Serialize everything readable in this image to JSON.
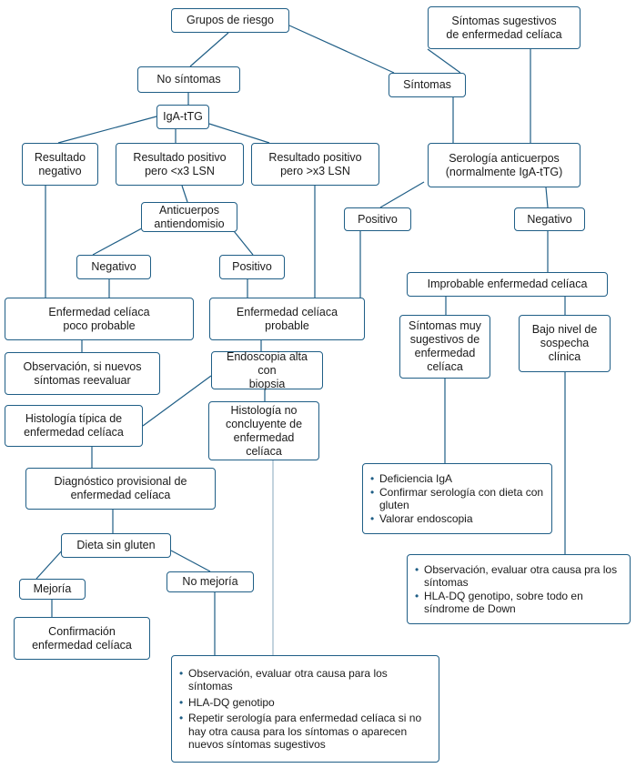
{
  "nodes": {
    "grupos_riesgo": "Grupos de riesgo",
    "sintomas_sugestivos": [
      "Síntomas sugestivos",
      "de enfermedad celíaca"
    ],
    "no_sintomas": "No síntomas",
    "sintomas": "Síntomas",
    "iga_ttg": "IgA-tTG",
    "resultado_negativo": [
      "Resultado",
      "negativo"
    ],
    "positivo_menor": [
      "Resultado positivo",
      "pero <x3 LSN"
    ],
    "positivo_mayor": [
      "Resultado positivo",
      "pero >x3 LSN"
    ],
    "serologia": [
      "Serología anticuerpos",
      "(normalmente IgA-tTG)"
    ],
    "anticuerpos": [
      "Anticuerpos",
      "antiendomisio"
    ],
    "positivo_der": "Positivo",
    "negativo_der": "Negativo",
    "negativo_izq": "Negativo",
    "positivo_izq": "Positivo",
    "improbable": "Improbable enfermedad celíaca",
    "poco_probable": [
      "Enfermedad celíaca",
      "poco probable"
    ],
    "probable": [
      "Enfermedad celíaca",
      "probable"
    ],
    "sintomas_muy": [
      "Síntomas muy",
      "sugestivos de",
      "enfermedad",
      "celíaca"
    ],
    "bajo_nivel": [
      "Bajo nivel de",
      "sospecha clínica"
    ],
    "observacion_izq": [
      "Observación, si nuevos",
      "síntomas reevaluar"
    ],
    "endoscopia": [
      "Endoscopia alta con",
      "biopsia"
    ],
    "histologia_tipica": [
      "Histología típica de",
      "enfermedad celíaca"
    ],
    "histologia_no": [
      "Histología no",
      "concluyente de",
      "enfermedad celíaca"
    ],
    "diagnostico": [
      "Diagnóstico provisional de",
      "enfermedad celíaca"
    ],
    "dieta": "Dieta sin gluten",
    "mejoria": "Mejoría",
    "no_mejoria": "No mejoría",
    "confirmacion": [
      "Confirmación",
      "enfermedad celíaca"
    ]
  },
  "lists": {
    "deficiencia": [
      "Deficiencia IgA",
      "Confirmar serología con dieta con gluten",
      "Valorar endoscopia"
    ],
    "observacion_der": [
      "Observación, evaluar otra causa pra los síntomas",
      "HLA-DQ genotipo, sobre todo en síndrome de Down"
    ],
    "final": [
      "Observación, evaluar otra causa para los síntomas",
      "HLA-DQ genotipo",
      "Repetir serología para enfermedad celíaca si no hay otra causa  para los síntomas o aparecen nuevos síntomas sugestivos"
    ]
  },
  "colors": {
    "border": "#1f5e86",
    "line": "#1f5e86",
    "line_light": "#9bb6c9"
  }
}
